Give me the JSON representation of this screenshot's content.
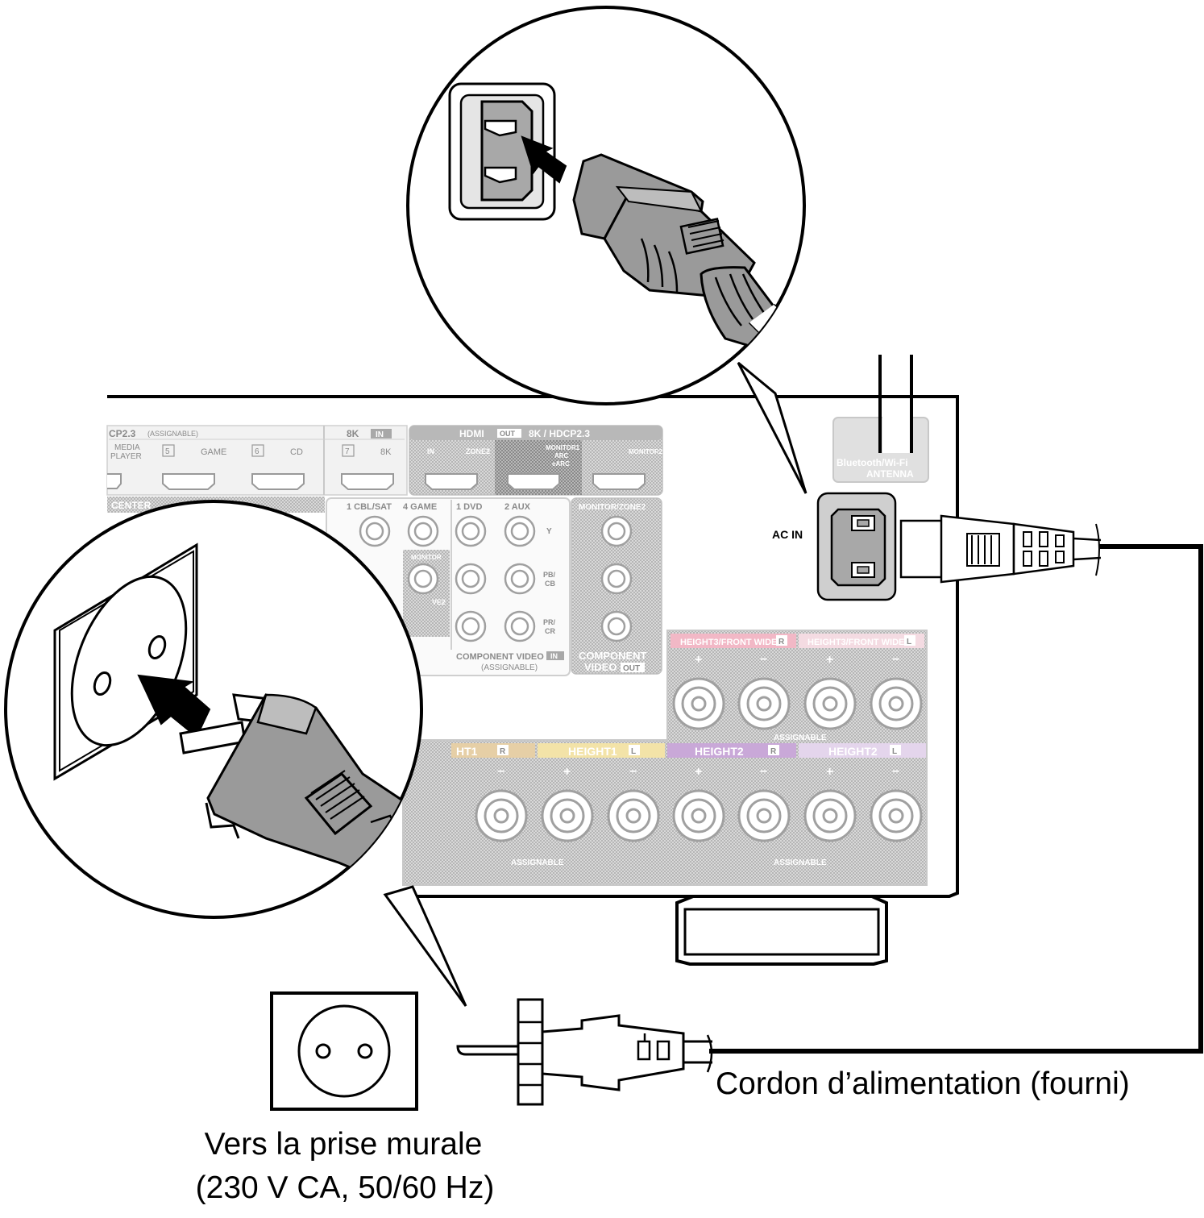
{
  "captions": {
    "power_cord": "Cordon d’alimentation (fourni)",
    "wall_outlet_line1": "Vers la prise murale",
    "wall_outlet_line2": "(230 V CA, 50/60 Hz)"
  },
  "panel": {
    "ac_in": "AC IN",
    "antenna_line1": "Bluetooth/Wi-Fi",
    "antenna_line2": "ANTENNA",
    "hdmi_in": {
      "hdcp": "CP2.3",
      "assignable": "(ASSIGNABLE)",
      "spec": "8K",
      "in_badge": "IN",
      "media_player_1": "MEDIA",
      "media_player_2": "PLAYER",
      "num5": "5",
      "game": "GAME",
      "num6": "6",
      "cd": "CD",
      "num7": "7",
      "eightk": "8K"
    },
    "hdmi_out": {
      "hdmi": "HDMI",
      "out_badge": "OUT",
      "spec": "8K / HDCP2.3",
      "zone_a": "IN",
      "zone_b": "ZONE2",
      "monitor1_1": "MONITOR1",
      "monitor1_2": "ARC",
      "monitor1_3": "eARC",
      "monitor2": "MONITOR2"
    },
    "center": "CENTER",
    "video": {
      "cbl": "1 CBL/SAT",
      "game": "4 GAME",
      "monitor": "MONITOR",
      "ve2": "VE2",
      "dvd": "1 DVD",
      "aux": "2 AUX",
      "y": "Y",
      "pb": "PB/",
      "cb": "CB",
      "pr": "PR/",
      "cr": "CR",
      "comp_in": "COMPONENT VIDEO",
      "comp_in_badge": "IN",
      "comp_assignable": "(ASSIGNABLE)",
      "monitor_zone2": "MONITOR/ZONE2",
      "comp_out_1": "COMPONENT",
      "comp_out_2": "VIDEO",
      "comp_out_badge": "OUT"
    },
    "speakers": {
      "h3r": "HEIGHT3/FRONT WIDE",
      "h3r_badge": "R",
      "h3l": "HEIGHT3/FRONT WIDE",
      "h3l_badge": "L",
      "h1r": "HT1",
      "h1r_badge": "R",
      "h1l": "HEIGHT1",
      "h1l_badge": "L",
      "h2r": "HEIGHT2",
      "h2r_badge": "R",
      "h2l": "HEIGHT2",
      "h2l_badge": "L",
      "assignable": "ASSIGNABLE",
      "plus": "+",
      "minus": "−"
    }
  },
  "colors": {
    "outline": "#000000",
    "panel_gray": "#cfcfcf",
    "panel_dark": "#a9a9a9",
    "plug_gray": "#9a9a9a",
    "height3_pink": "#f2b8c6",
    "height1_tan": "#e6cfa6",
    "height1_yellow": "#f3e3a8",
    "height2_purple": "#c9a8d8",
    "height2_light": "#e4d5ec"
  }
}
